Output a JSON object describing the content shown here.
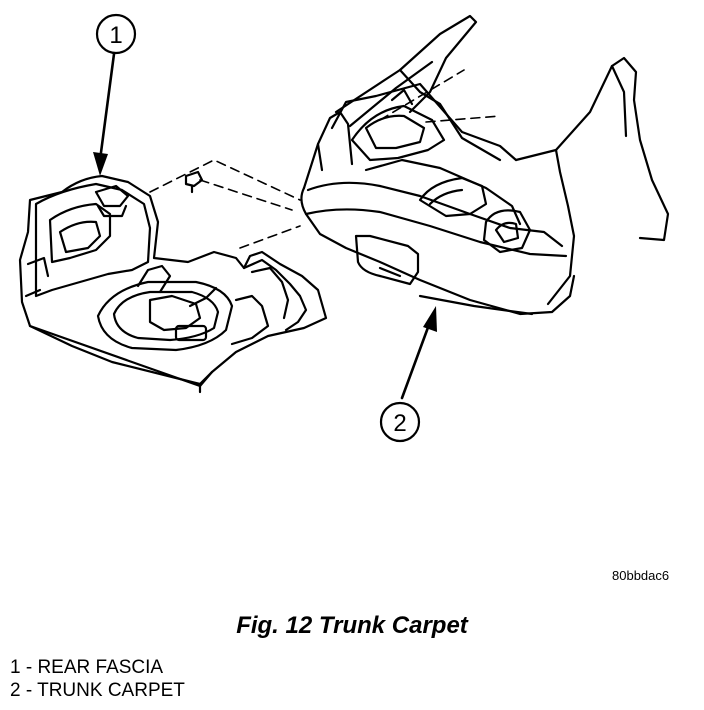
{
  "callouts": [
    {
      "number": "1"
    },
    {
      "number": "2"
    }
  ],
  "reference_code": "80bbdac6",
  "caption": "Fig. 12 Trunk Carpet",
  "legend": [
    {
      "text": "1 - REAR FASCIA"
    },
    {
      "text": "2 - TRUNK CARPET"
    }
  ]
}
